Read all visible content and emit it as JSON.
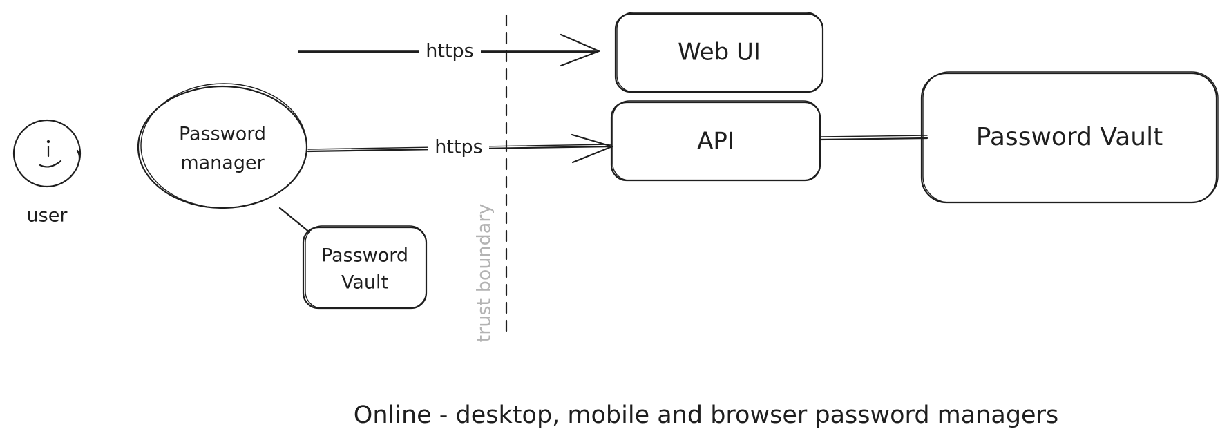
{
  "nodes": {
    "user": "user",
    "password_manager_line1": "Password",
    "password_manager_line2": "manager",
    "local_vault_line1": "Password",
    "local_vault_line2": "Vault",
    "web_ui": "Web UI",
    "api": "API",
    "server_vault": "Password Vault"
  },
  "edges": {
    "to_web_ui": "https",
    "to_api": "https"
  },
  "boundary": "trust boundary",
  "caption": "Online - desktop, mobile and browser password managers"
}
